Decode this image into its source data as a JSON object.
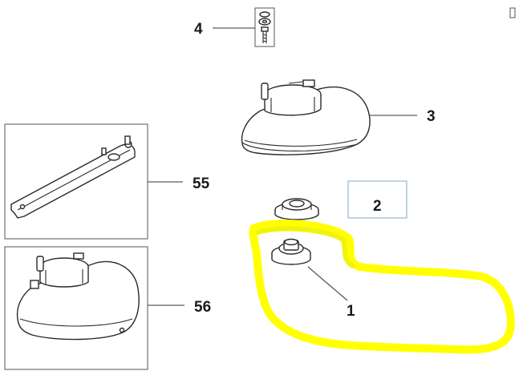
{
  "callouts": {
    "part_1": "1",
    "part_2": "2",
    "part_3": "3",
    "part_4": "4",
    "part_55": "55",
    "part_56": "56"
  },
  "colors": {
    "line": "#2a2a2a",
    "highlight": "#ffff00",
    "label_box": "#9ab6cc"
  },
  "highlight": {
    "shape": "freehand-loop",
    "color_name": "yellow"
  }
}
